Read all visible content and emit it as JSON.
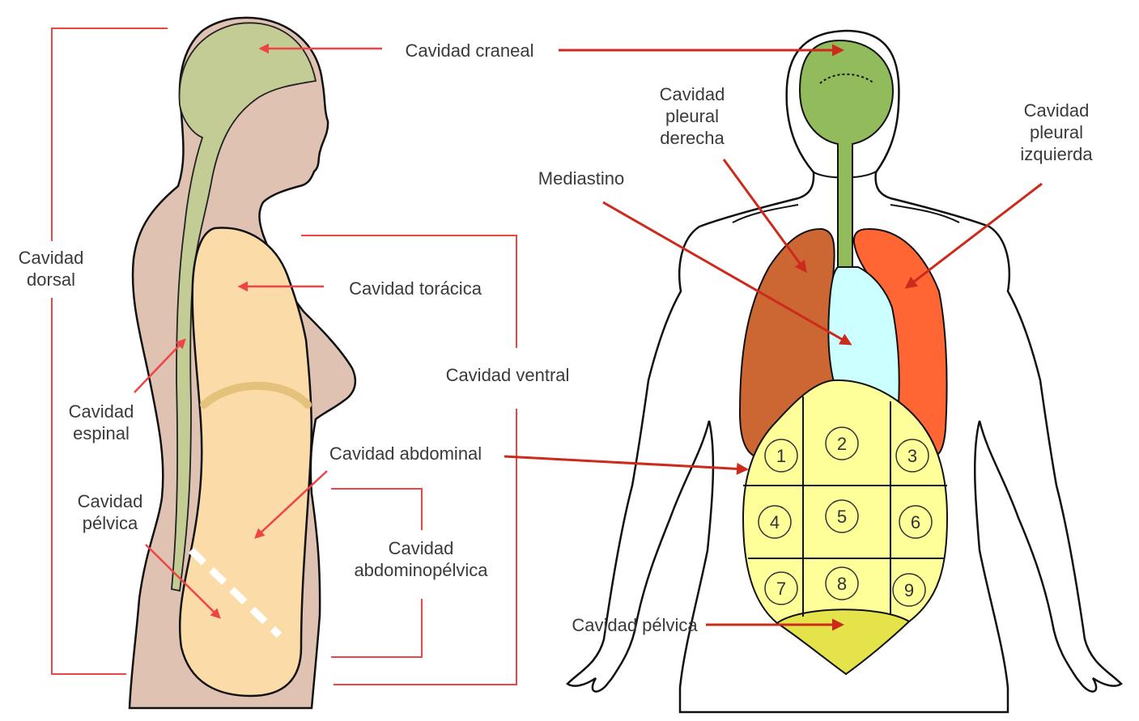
{
  "labels": {
    "craneal": "Cavidad craneal",
    "dorsal_1": "Cavidad",
    "dorsal_2": "dorsal",
    "toracica": "Cavidad torácica",
    "ventral": "Cavidad ventral",
    "espinal_1": "Cavidad",
    "espinal_2": "espinal",
    "abdominal": "Cavidad abdominal",
    "pelvica_side_1": "Cavidad",
    "pelvica_side_2": "pélvica",
    "abdominopelvica_1": "Cavidad",
    "abdominopelvica_2": "abdominopélvica",
    "pleural_derecha_1": "Cavidad",
    "pleural_derecha_2": "pleural",
    "pleural_derecha_3": "derecha",
    "pleural_izquierda_1": "Cavidad",
    "pleural_izquierda_2": "pleural",
    "pleural_izquierda_3": "izquierda",
    "mediastino": "Mediastino",
    "pelvica_front": "Cavidad pélvica"
  },
  "regions": [
    "1",
    "2",
    "3",
    "4",
    "5",
    "6",
    "7",
    "8",
    "9"
  ],
  "colors": {
    "skin": "#dfc2b2",
    "cranial": "#c2cc94",
    "cranial_front": "#92bb5c",
    "ventral": "#fbdba8",
    "right_lung": "#cc6633",
    "left_lung": "#ff6633",
    "mediastinum": "#ccffff",
    "abdomen": "#ffff99",
    "pelvis": "#e4e44a",
    "bracket": "#ee4444",
    "arrow": "#cc2a1c"
  }
}
